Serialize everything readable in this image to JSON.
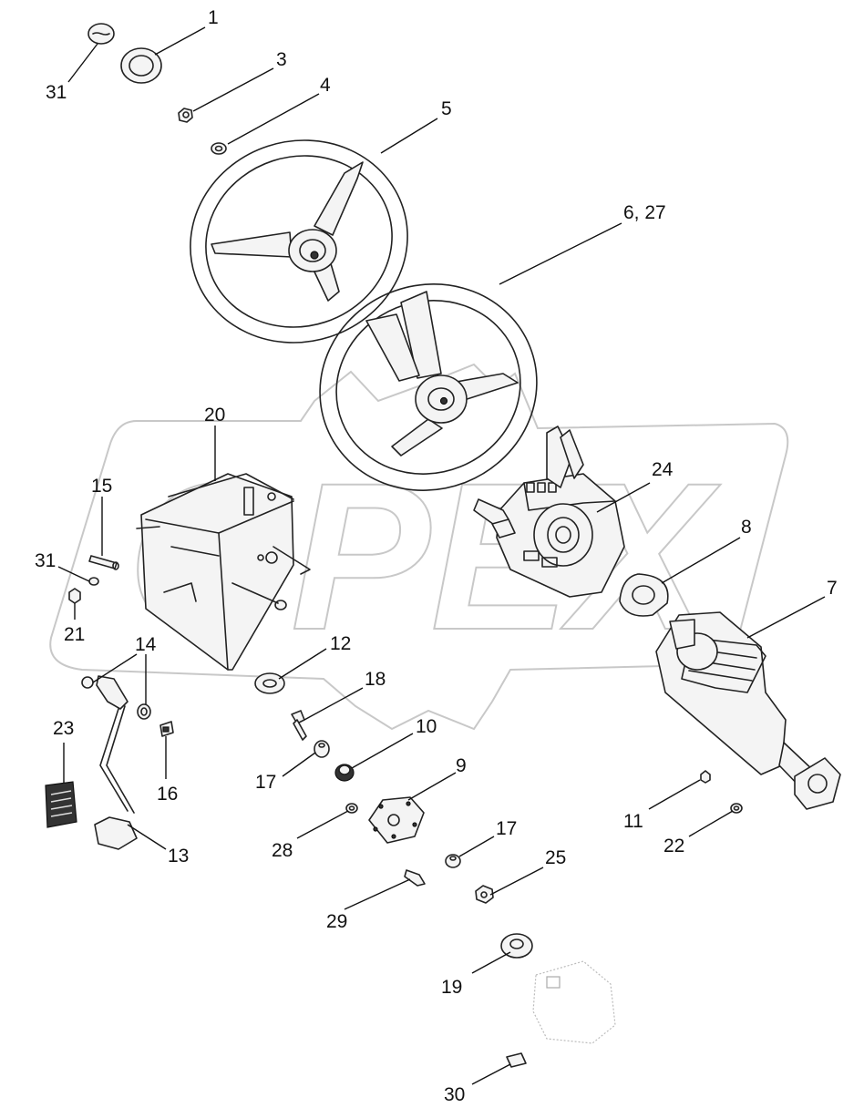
{
  "watermark": {
    "text": "OPEX"
  },
  "callouts": {
    "c1": "1",
    "c3": "3",
    "c4": "4",
    "c5": "5",
    "c6_27": "6, 27",
    "c7": "7",
    "c8": "8",
    "c9": "9",
    "c10": "10",
    "c11": "11",
    "c12": "12",
    "c13": "13",
    "c14": "14",
    "c15": "15",
    "c16": "16",
    "c17a": "17",
    "c17b": "17",
    "c18": "18",
    "c19": "19",
    "c20": "20",
    "c21": "21",
    "c22": "22",
    "c23": "23",
    "c24": "24",
    "c25": "25",
    "c28": "28",
    "c29": "29",
    "c30": "30",
    "c31a": "31",
    "c31b": "31"
  }
}
